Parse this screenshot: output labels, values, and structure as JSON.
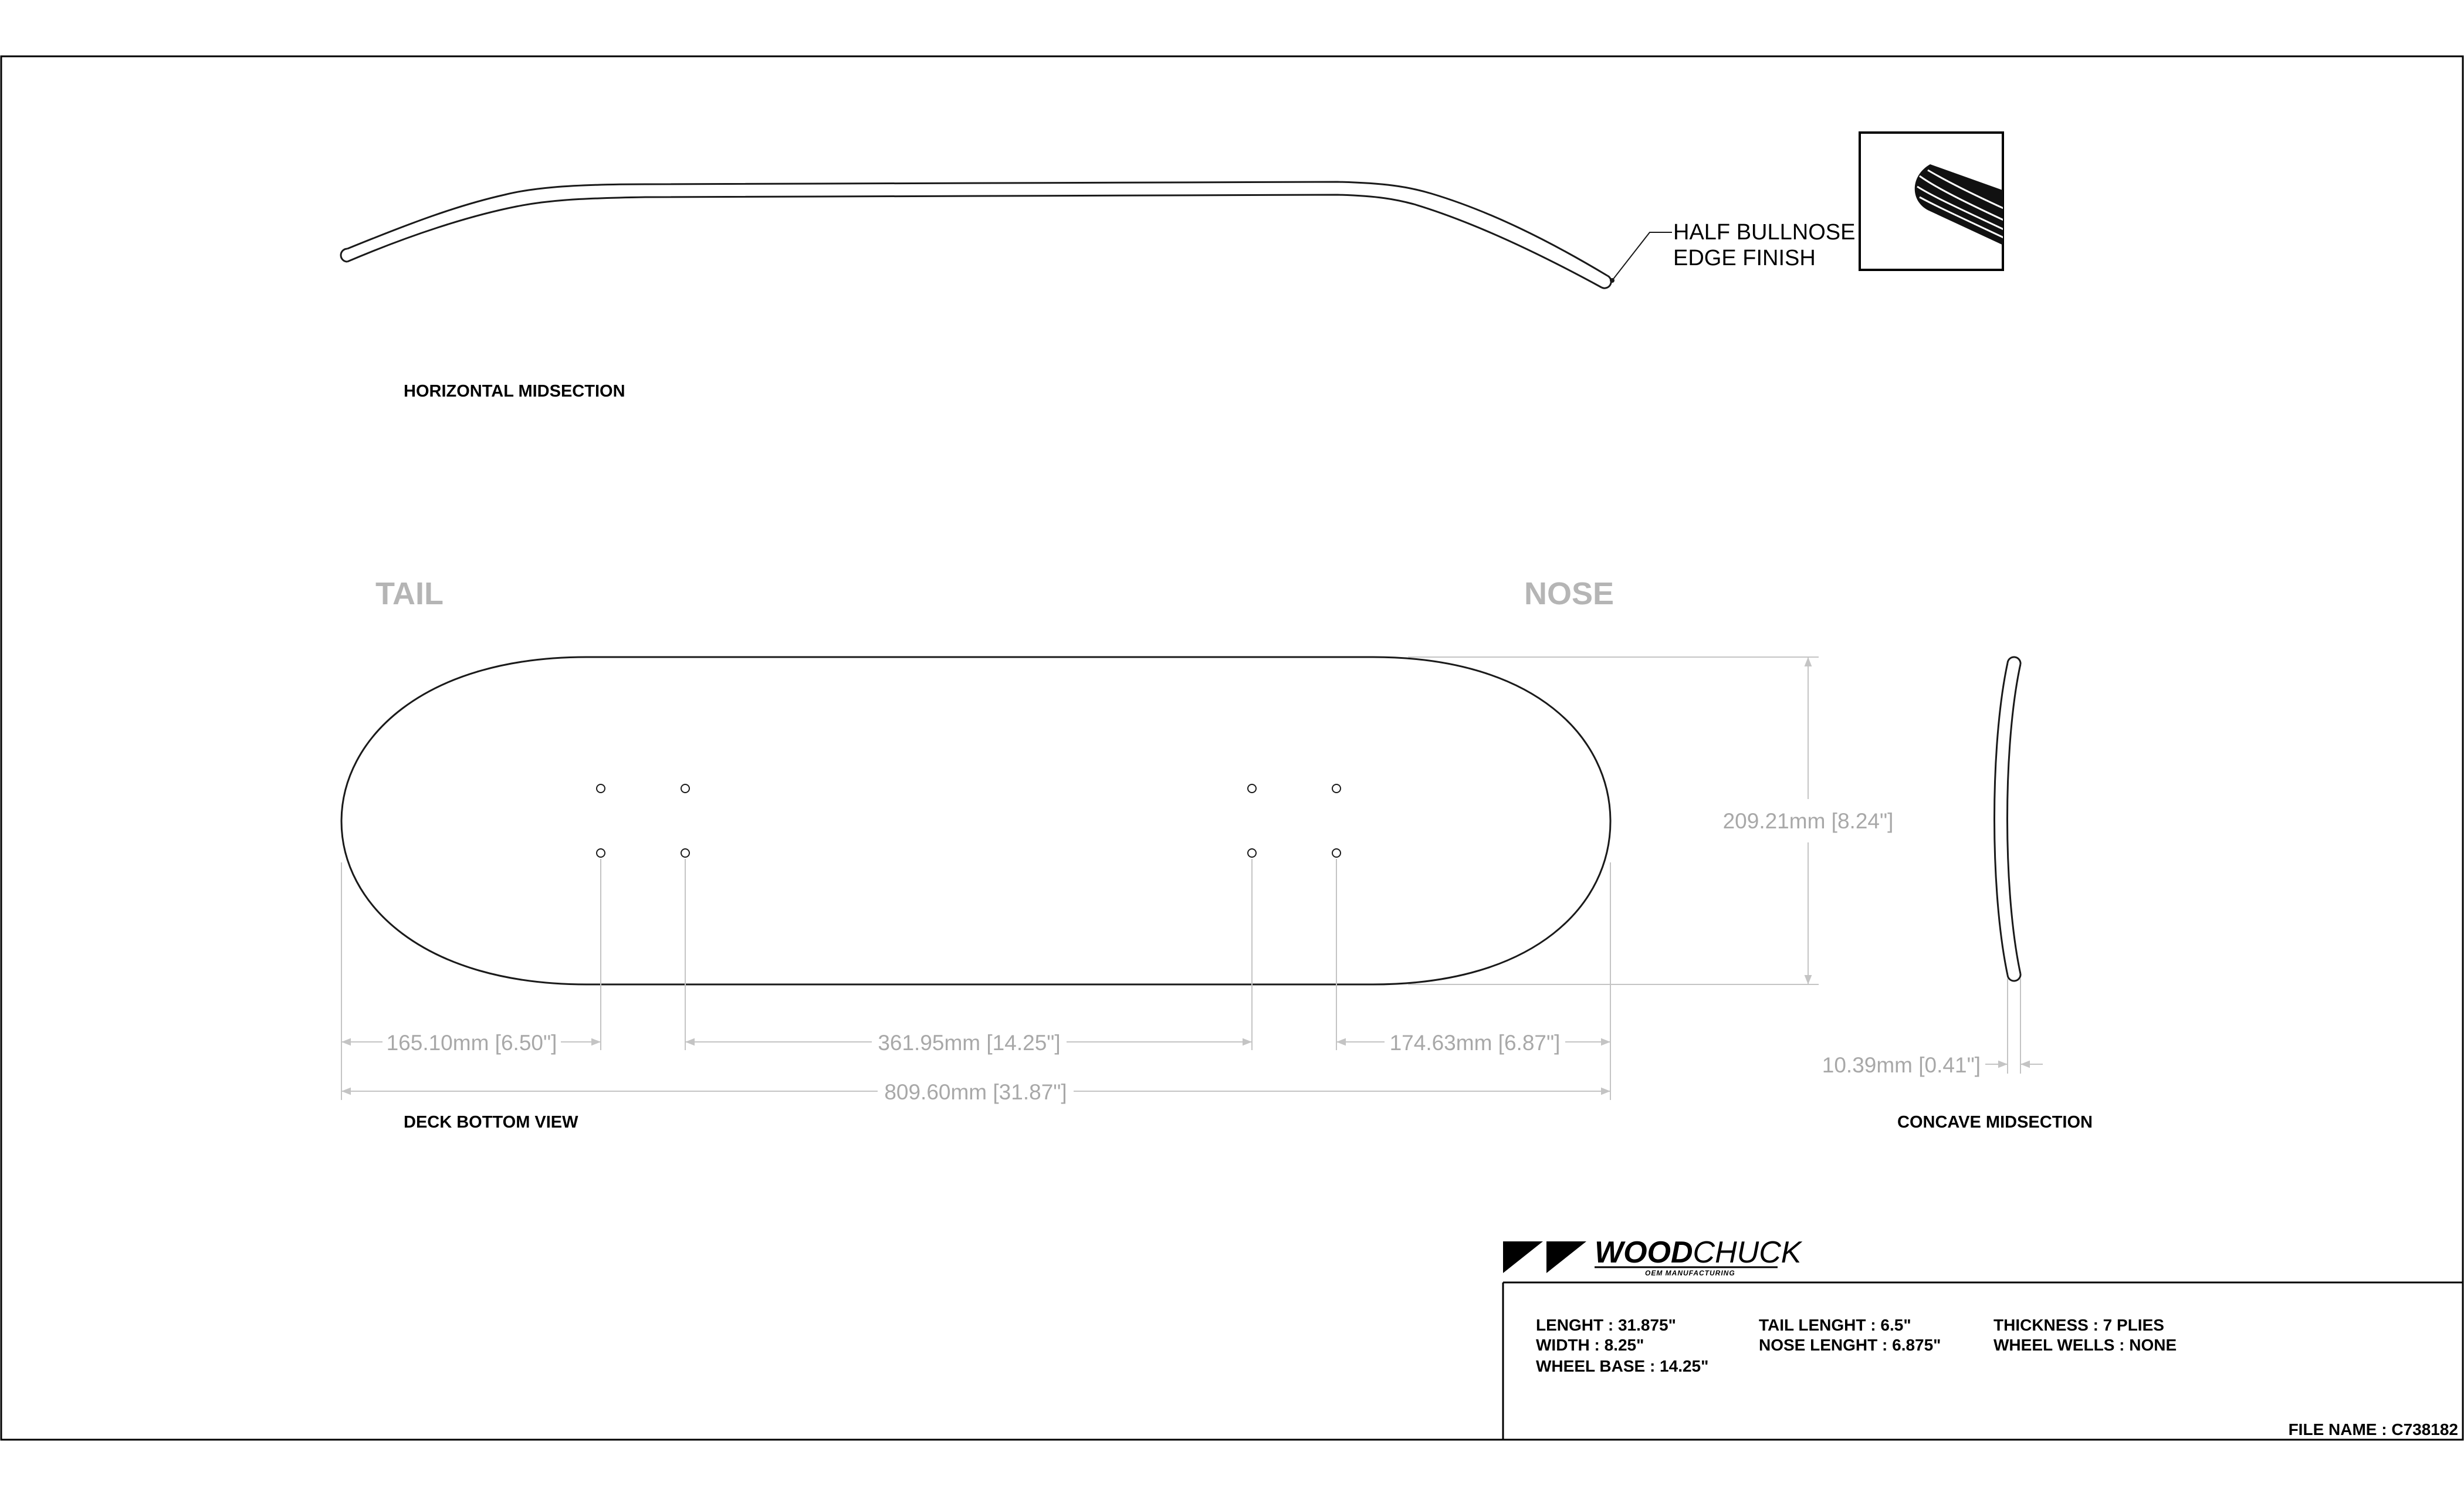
{
  "views": {
    "horizontal_midsection": "HORIZONTAL MIDSECTION",
    "deck_bottom_view": "DECK BOTTOM VIEW",
    "concave_midsection": "CONCAVE  MIDSECTION"
  },
  "ends": {
    "tail": "TAIL",
    "nose": "NOSE"
  },
  "callout": {
    "line1": "HALF BULLNOSE",
    "line2": "EDGE FINISH"
  },
  "dimensions": {
    "tail_length": "165.10mm [6.50\"]",
    "wheel_base": "361.95mm [14.25\"]",
    "nose_length": "174.63mm [6.87\"]",
    "overall_length": "809.60mm [31.87\"]",
    "width": "209.21mm [8.24\"]",
    "concave_depth": "10.39mm [0.41\"]"
  },
  "brand": {
    "name_bold": "WOOD",
    "name_rest": "CHUCK",
    "tagline": "OEM MANUFACTURING"
  },
  "specs": {
    "length": "LENGHT : 31.875\"",
    "width": "WIDTH : 8.25\"",
    "wheel_base": "WHEEL BASE : 14.25\"",
    "tail_length": "TAIL LENGHT : 6.5\"",
    "nose_length": "NOSE LENGHT : 6.875\"",
    "thickness": "THICKNESS : 7 PLIES",
    "wheel_wells": "WHEEL WELLS : NONE"
  },
  "file_name": "FILE NAME : C738182",
  "colors": {
    "outline": "#1a1a1a",
    "dimension": "#a8a8a8",
    "end_label": "#b5b5b5"
  }
}
